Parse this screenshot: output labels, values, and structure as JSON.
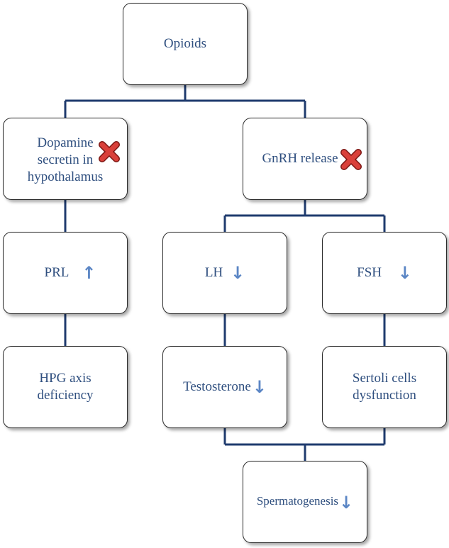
{
  "colors": {
    "text": "#2f4f7f",
    "connector": "#1f3b6e",
    "arrow": "#5b86c5",
    "inhibit": "#c9302c"
  },
  "nodes": {
    "opioids": {
      "label": "Opioids"
    },
    "dopamine": {
      "line1": "Dopamine",
      "line2": "secretin in",
      "line3": "hypothalamus",
      "marker": "inhibit-x-icon"
    },
    "gnrh": {
      "label": "GnRH release",
      "marker": "inhibit-x-icon"
    },
    "prl": {
      "label": "PRL",
      "arrow": "↑",
      "direction": "up"
    },
    "lh": {
      "label": "LH",
      "arrow": "↓",
      "direction": "down"
    },
    "fsh": {
      "label": "FSH",
      "arrow": "↓",
      "direction": "down"
    },
    "hpg": {
      "line1": "HPG axis",
      "line2": "deficiency"
    },
    "testosterone": {
      "label": "Testosterone",
      "arrow": "↓",
      "direction": "down"
    },
    "sertoli": {
      "line1": "Sertoli cells",
      "line2": "dysfunction"
    },
    "spermatogenesis": {
      "label": "Spermatogenesis",
      "arrow": "↓",
      "direction": "down"
    }
  }
}
